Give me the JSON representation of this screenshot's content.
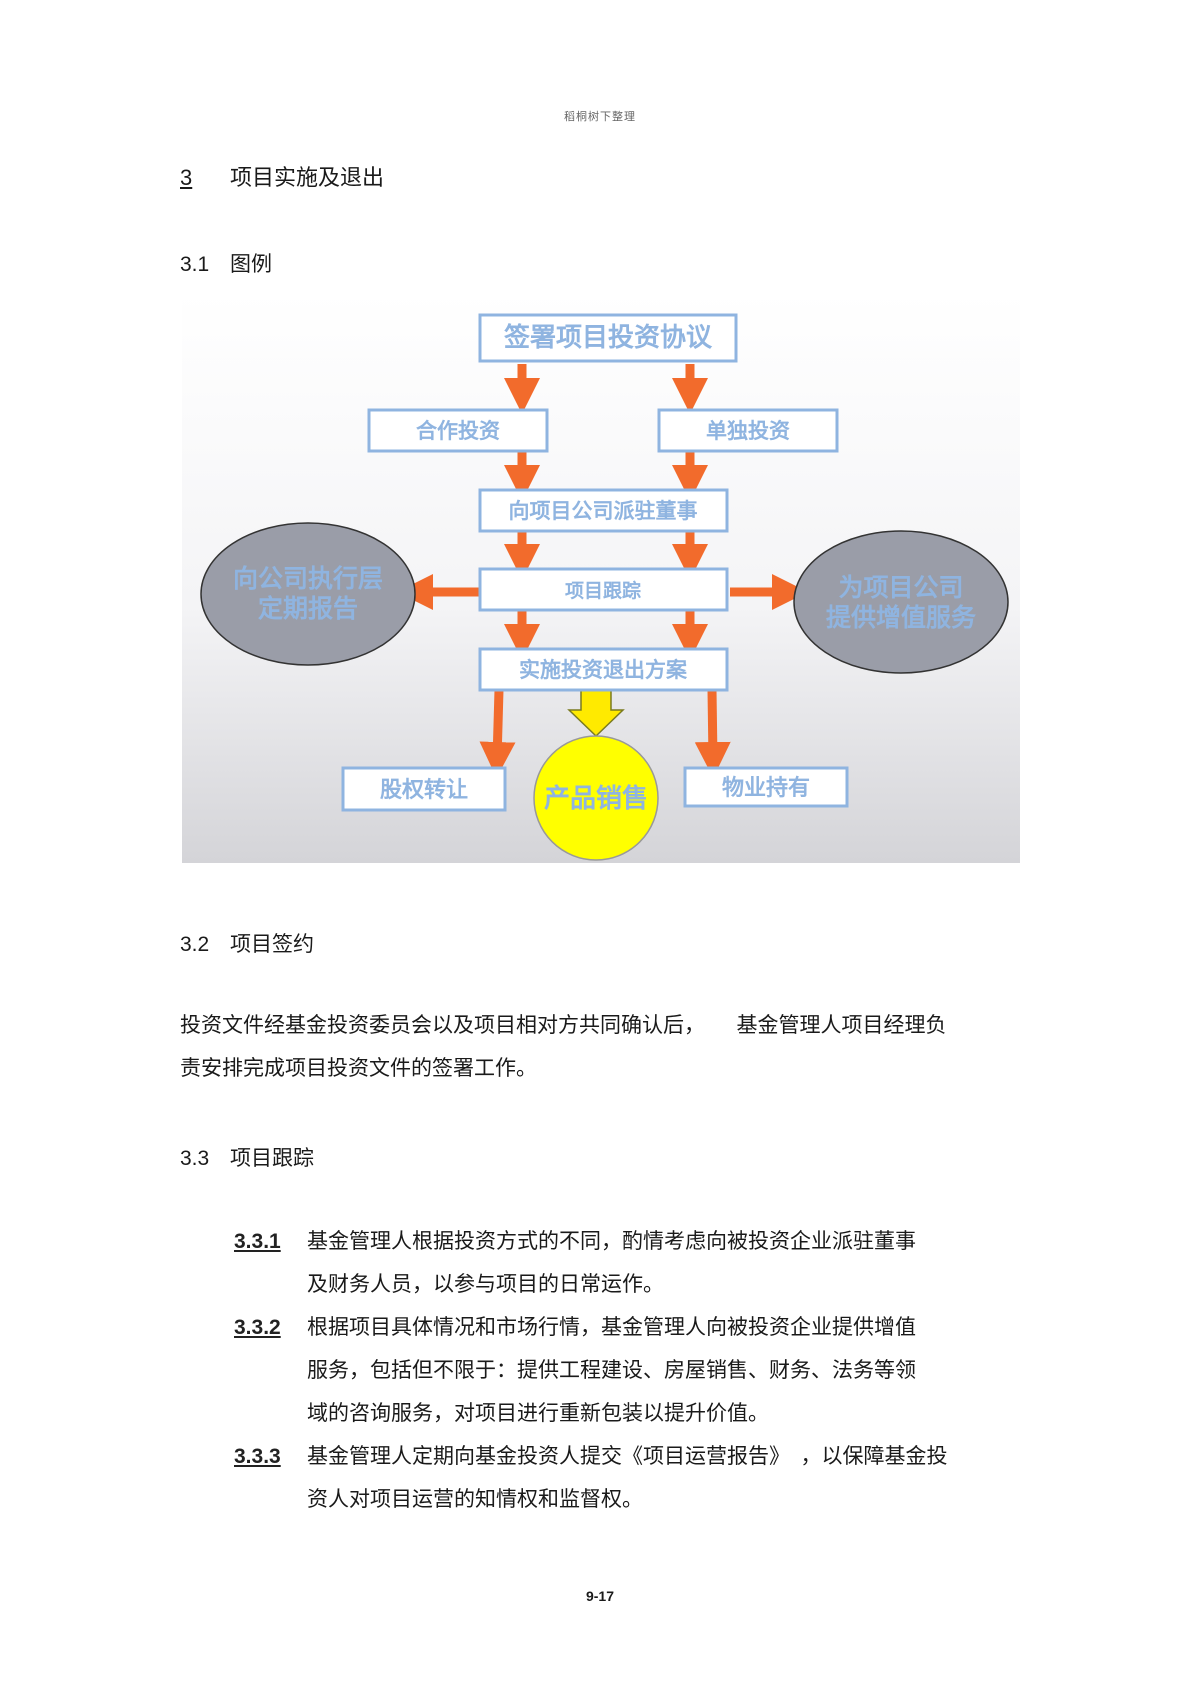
{
  "header": {
    "watermark": "稻桐树下整理"
  },
  "section3": {
    "number": "3",
    "title": "项目实施及退出"
  },
  "section3_1": {
    "number": "3.1",
    "title": "图例"
  },
  "diagram": {
    "top": "签署项目投资协议",
    "coop": "合作投资",
    "solo": "单独投资",
    "board": "向项目公司派驻董事",
    "tracking": "项目跟踪",
    "exit": "实施投资退出方案",
    "left_circle_1": "向公司执行层",
    "left_circle_2": "定期报告",
    "right_circle_1": "为项目公司",
    "right_circle_2": "提供增值服务",
    "equity": "股权转让",
    "sales": "产品销售",
    "hold": "物业持有"
  },
  "section3_2": {
    "number": "3.2",
    "title": "项目签约",
    "body_line1": "投资文件经基金投资委员会以及项目相对方共同确认后，　　基金管理人项目经理负",
    "body_line2": "责安排完成项目投资文件的签署工作。"
  },
  "section3_3": {
    "number": "3.3",
    "title": "项目跟踪"
  },
  "items": [
    {
      "number": "3.3.1",
      "lines": [
        "基金管理人根据投资方式的不同，酌情考虑向被投资企业派驻董事",
        "及财务人员，以参与项目的日常运作。"
      ]
    },
    {
      "number": "3.3.2",
      "lines": [
        "根据项目具体情况和市场行情，基金管理人向被投资企业提供增值",
        "服务，包括但不限于：提供工程建设、房屋销售、财务、法务等领",
        "域的咨询服务，对项目进行重新包装以提升价值。"
      ]
    },
    {
      "number": "3.3.3",
      "lines": [
        "基金管理人定期向基金投资人提交《项目运营报告》　，以保障基金投",
        "资人对项目运营的知情权和监督权。"
      ]
    }
  ],
  "footer": {
    "page": "9-17"
  }
}
